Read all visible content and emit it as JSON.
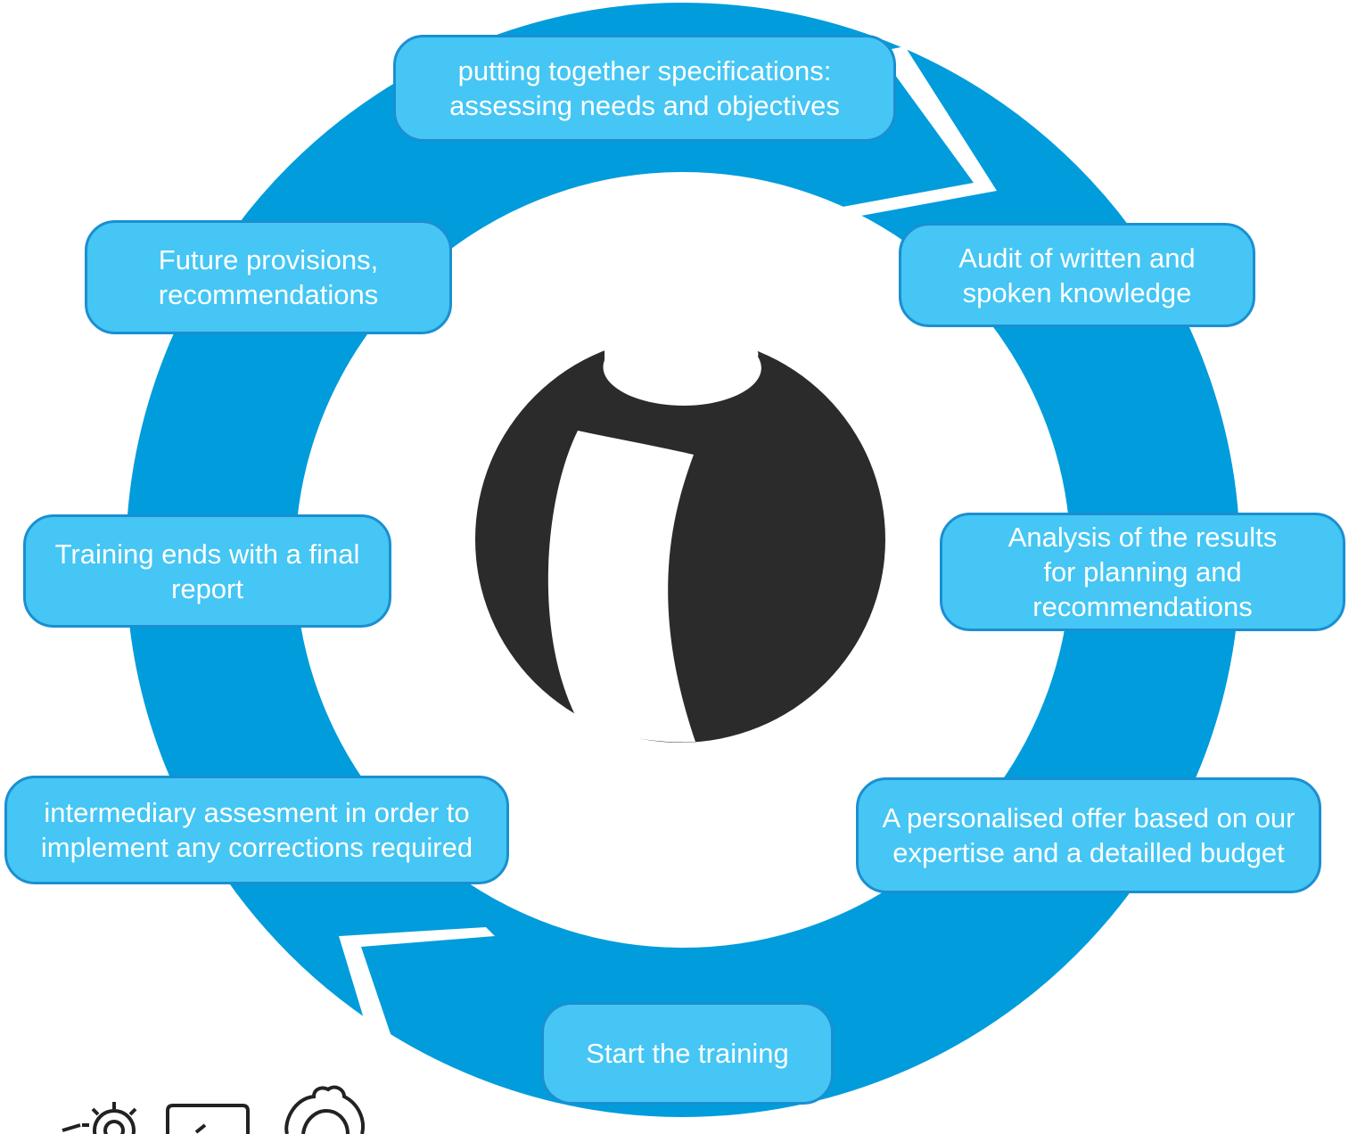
{
  "steps": [
    {
      "id": "step-1",
      "text": "putting together specifications:\nassessing needs and objectives"
    },
    {
      "id": "step-2",
      "text": "Audit of written and\nspoken knowledge"
    },
    {
      "id": "step-3",
      "text": "Analysis of the results\nfor planning and\nrecommendations"
    },
    {
      "id": "step-4",
      "text": "A personalised offer based on our\nexpertise and a detailled budget"
    },
    {
      "id": "step-5",
      "text": "Start the training"
    },
    {
      "id": "step-6",
      "text": "intermediary assesment in order to\nimplement any corrections required"
    },
    {
      "id": "step-7",
      "text": "Training ends with a final\nreport"
    },
    {
      "id": "step-8",
      "text": "Future provisions,\nrecommendations"
    }
  ],
  "colors": {
    "ring": "#009cdc",
    "box_fill": "#45c6f4",
    "box_border": "#1a8fd1",
    "logo": "#2b2b2b",
    "background": "#ffffff",
    "icons": "#222222"
  },
  "icons": [
    "center-logo-icon",
    "gear-icon",
    "checkbox-icon",
    "cog-outline-icon"
  ]
}
